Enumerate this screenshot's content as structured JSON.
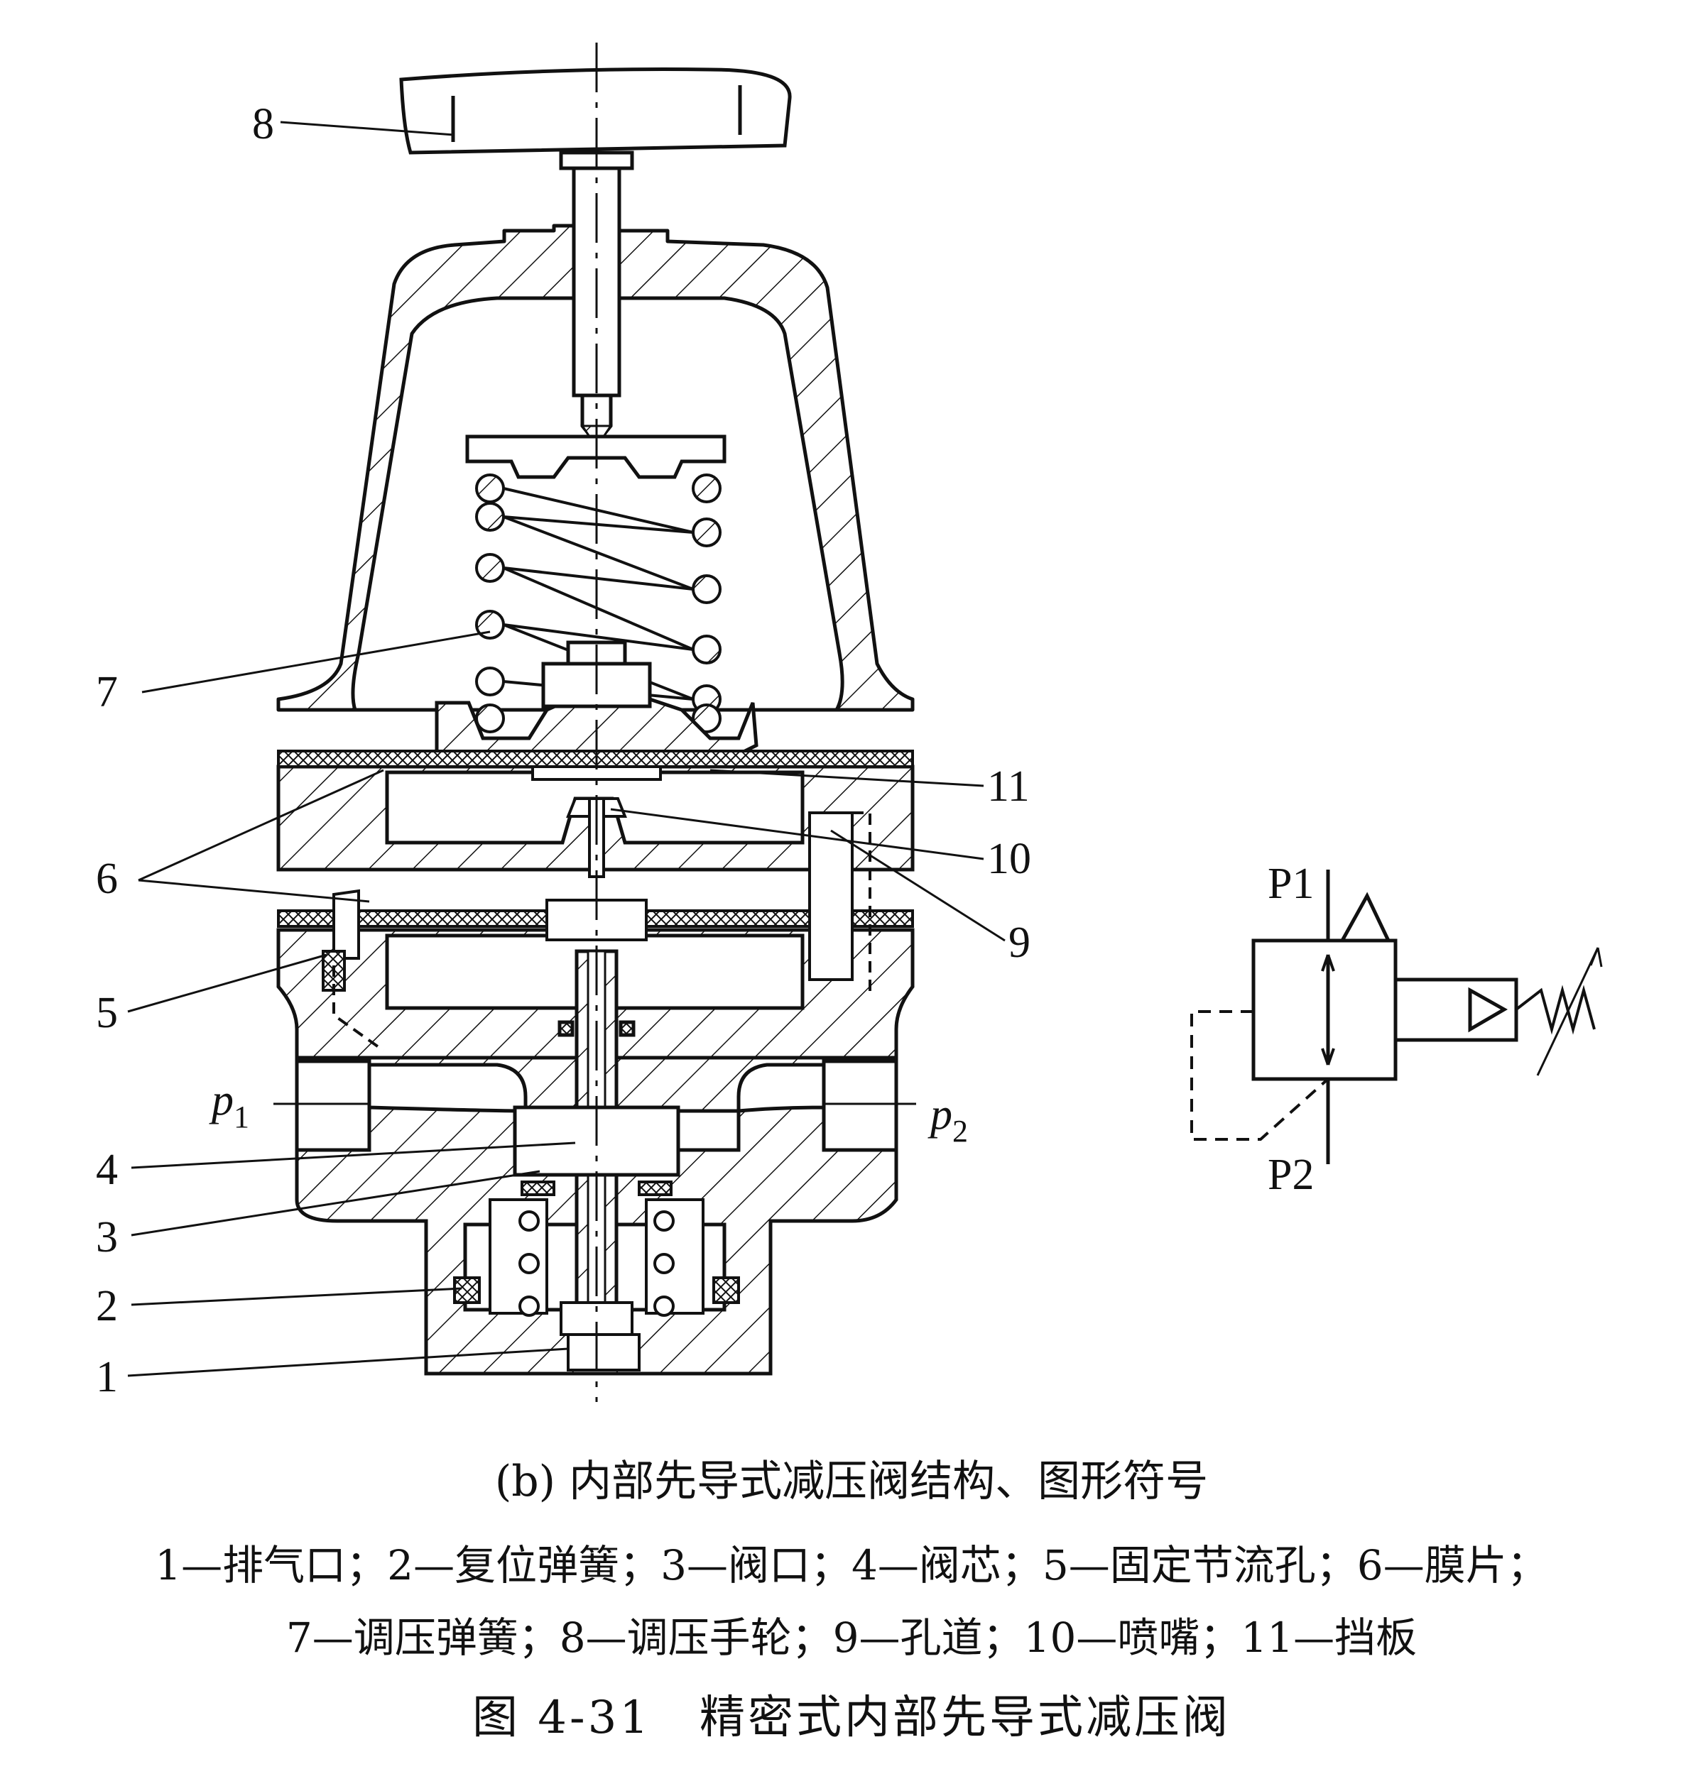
{
  "callouts": [
    "8",
    "7",
    "11",
    "6",
    "10",
    "9",
    "5",
    "4",
    "3",
    "2",
    "1"
  ],
  "ports": {
    "p1_base": "p",
    "p1_sub": "1",
    "p2_base": "p",
    "p2_sub": "2"
  },
  "symbol": {
    "p1": "P1",
    "p2": "P2"
  },
  "sub_caption": "(b) 内部先导式减压阀结构、图形符号",
  "legend_line1": "1—排气口；2—复位弹簧；3—阀口；4—阀芯；5—固定节流孔；6—膜片；",
  "legend_line2": "7—调压弹簧；8—调压手轮；9—孔道；10—喷嘴；11—挡板",
  "figure_title": "图 4-31　精密式内部先导式减压阀",
  "colors": {
    "ink": "#111111",
    "paper": "#ffffff"
  },
  "icons": [
    "handwheel-icon",
    "spring-icon",
    "diaphragm-icon",
    "nozzle-icon",
    "valve-symbol-icon",
    "adjustable-spring-icon"
  ]
}
